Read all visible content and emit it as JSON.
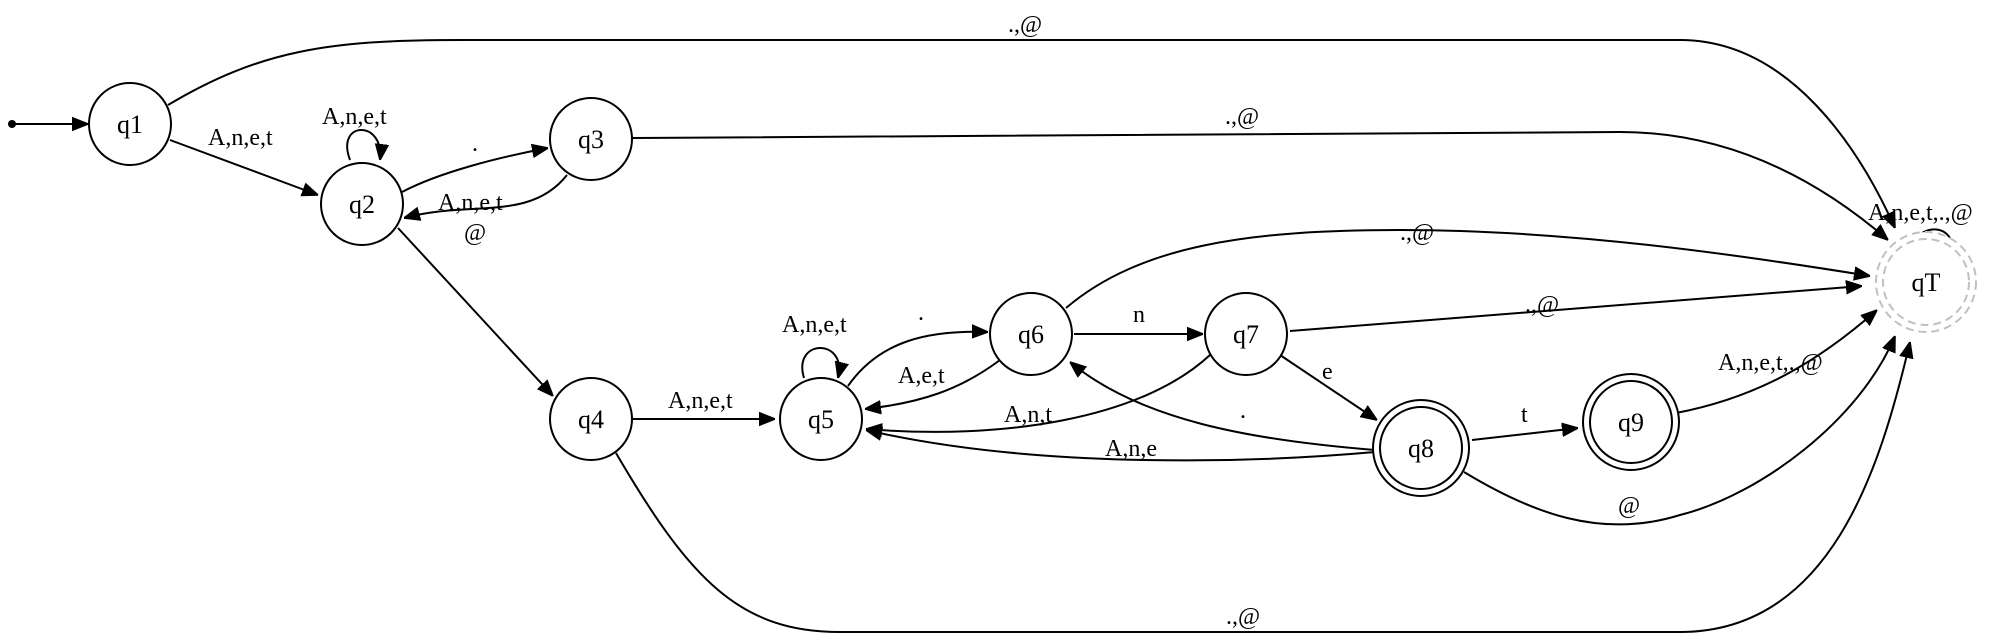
{
  "states": [
    {
      "id": "q1",
      "label": "q1"
    },
    {
      "id": "q2",
      "label": "q2"
    },
    {
      "id": "q3",
      "label": "q3"
    },
    {
      "id": "q4",
      "label": "q4"
    },
    {
      "id": "q5",
      "label": "q5"
    },
    {
      "id": "q6",
      "label": "q6"
    },
    {
      "id": "q7",
      "label": "q7"
    },
    {
      "id": "q8",
      "label": "q8",
      "accepting": true
    },
    {
      "id": "q9",
      "label": "q9",
      "accepting": true
    },
    {
      "id": "qT",
      "label": "qT",
      "accepting": true,
      "trap": true
    }
  ],
  "start_state": "q1",
  "transitions": [
    {
      "from": "q1",
      "to": "q2",
      "label": "A,n,e,t"
    },
    {
      "from": "q1",
      "to": "qT",
      "label": ".,@"
    },
    {
      "from": "q2",
      "to": "q2",
      "label": "A,n,e,t"
    },
    {
      "from": "q2",
      "to": "q3",
      "label": "."
    },
    {
      "from": "q3",
      "to": "q2",
      "label": "A,n,e,t"
    },
    {
      "from": "q3",
      "to": "qT",
      "label": ".,@"
    },
    {
      "from": "q2",
      "to": "q4",
      "label": "@"
    },
    {
      "from": "q4",
      "to": "q5",
      "label": "A,n,e,t"
    },
    {
      "from": "q4",
      "to": "qT",
      "label": ".,@"
    },
    {
      "from": "q5",
      "to": "q5",
      "label": "A,n,e,t"
    },
    {
      "from": "q5",
      "to": "q6",
      "label": "."
    },
    {
      "from": "q6",
      "to": "q5",
      "label": "A,e,t"
    },
    {
      "from": "q6",
      "to": "q7",
      "label": "n"
    },
    {
      "from": "q6",
      "to": "qT",
      "label": ".,@"
    },
    {
      "from": "q7",
      "to": "q5",
      "label": "A,n,t"
    },
    {
      "from": "q7",
      "to": "q8",
      "label": "e"
    },
    {
      "from": "q7",
      "to": "qT",
      "label": ".,@"
    },
    {
      "from": "q8",
      "to": "q6",
      "label": "."
    },
    {
      "from": "q8",
      "to": "q5",
      "label": "A,n,e"
    },
    {
      "from": "q8",
      "to": "q9",
      "label": "t"
    },
    {
      "from": "q8",
      "to": "qT",
      "label": "@"
    },
    {
      "from": "q9",
      "to": "qT",
      "label": "A,n,e,t,.,@"
    },
    {
      "from": "qT",
      "to": "qT",
      "label": "A,n,e,t,.,@"
    }
  ],
  "colors": {
    "stroke": "#000000",
    "trap_stroke": "#c0c0c0",
    "background": "#ffffff"
  }
}
